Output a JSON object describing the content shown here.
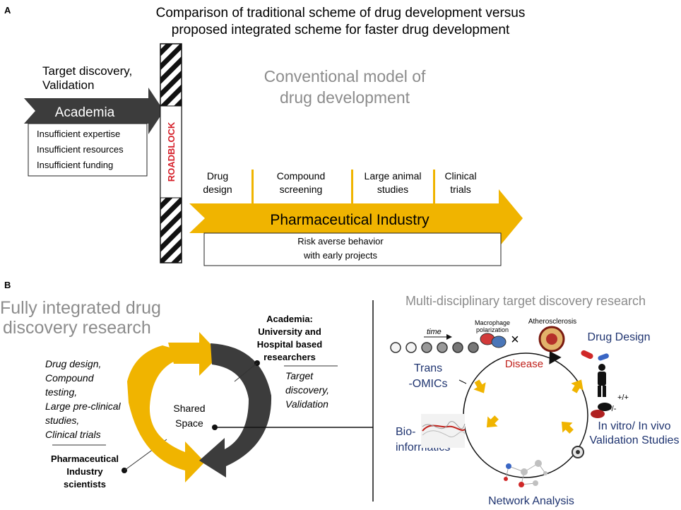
{
  "panel_a": {
    "label": "A",
    "title_line1": "Comparison of traditional scheme of drug development versus",
    "title_line2": "proposed integrated scheme for faster drug development",
    "academia_caption_line1": "Target discovery,",
    "academia_caption_line2": "Validation",
    "academia_arrow_label": "Academia",
    "academia_box_lines": [
      "Insufficient expertise",
      "Insufficient resources",
      "Insufficient funding"
    ],
    "roadblock_label": "ROADBLOCK",
    "conventional_line1": "Conventional model of",
    "conventional_line2": "drug development",
    "stages": [
      {
        "line1": "Drug",
        "line2": "design"
      },
      {
        "line1": "Compound",
        "line2": "screening"
      },
      {
        "line1": "Large animal",
        "line2": "studies"
      },
      {
        "line1": "Clinical",
        "line2": "trials"
      }
    ],
    "industry_arrow_label": "Pharmaceutical Industry",
    "risk_line1": "Risk averse behavior",
    "risk_line2": "with early projects"
  },
  "panel_b": {
    "label": "B",
    "integrated_line1": "Fully integrated drug",
    "integrated_line2": "discovery research",
    "industry_tasks": [
      "Drug design,",
      "Compound",
      "testing,",
      "Large pre-clinical",
      "studies,",
      "Clinical trials"
    ],
    "industry_people_lines": [
      "Pharmaceutical",
      "Industry",
      "scientists"
    ],
    "academia_people_lines": [
      "Academia:",
      "University and",
      "Hospital based",
      "researchers"
    ],
    "academia_tasks": [
      "Target",
      "discovery,",
      "Validation"
    ],
    "shared_line1": "Shared",
    "shared_line2": "Space",
    "multi_title": "Multi-disciplinary target discovery research",
    "time_label": "time",
    "macrophage_line1": "Macrophage",
    "macrophage_line2": "polarization",
    "athero_label": "Atherosclerosis",
    "disease_label": "Disease",
    "drug_design_label": "Drug Design",
    "trans_line1": "Trans",
    "trans_line2": "-OMICs",
    "bio_line1": "Bio-",
    "bio_line2": "informatics",
    "invitro_line1": "In vitro/ In vivo",
    "invitro_line2": "Validation Studies",
    "network_label": "Network Analysis",
    "genotype_plus": "+/+",
    "genotype_minus": "-/-"
  },
  "colors": {
    "gold": "#f0b400",
    "dark_gray": "#3c3c3c",
    "light_gray_text": "#8c8c8c",
    "navy": "#1f3470",
    "disease_red": "#c0201a",
    "roadblock_red": "#d6202a"
  }
}
